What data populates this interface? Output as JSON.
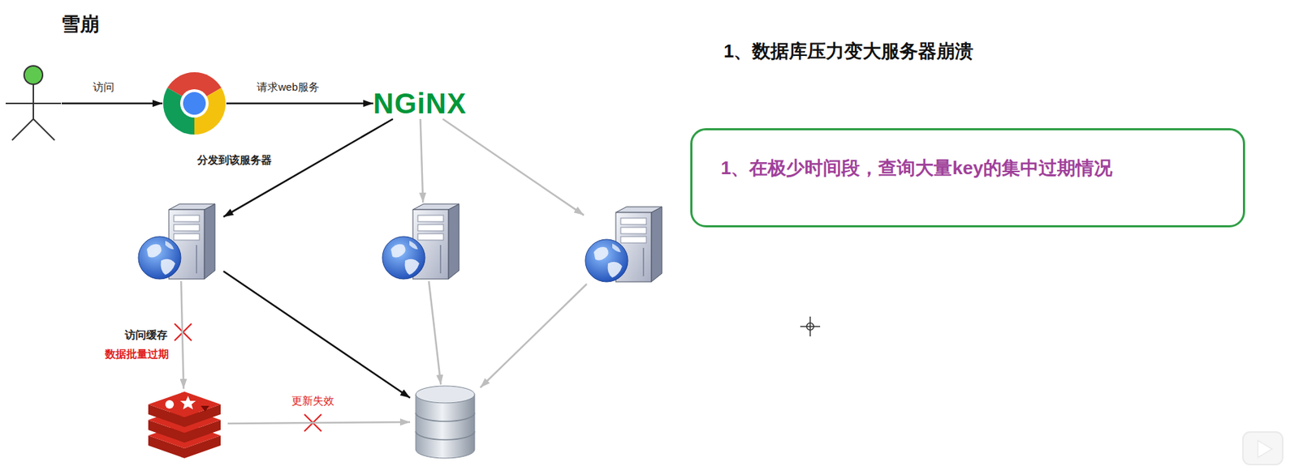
{
  "diagram": {
    "title": "雪崩",
    "nodes": [
      {
        "text": []
      },
      {
        "text": []
      },
      {
        "text": [
          "NGiNX"
        ]
      },
      {
        "text": []
      },
      {
        "text": []
      },
      {
        "text": []
      },
      {
        "text": []
      },
      {
        "text": []
      },
      {
        "text": [
          "1、在极少时间段，查询大量key的集中过期情况"
        ]
      }
    ],
    "edges": [
      {
        "from": 0,
        "to": 1,
        "arrow": "to",
        "label": "访问"
      },
      {
        "from": 1,
        "to": 2,
        "arrow": "to",
        "label": "请求web服务"
      },
      {
        "from": 2,
        "to": 3,
        "arrow": "to",
        "label": "分发到该服务器"
      },
      {
        "from": 2,
        "to": 4,
        "arrow": "to"
      },
      {
        "from": 2,
        "to": 5,
        "arrow": "to"
      },
      {
        "from": 3,
        "to": 6,
        "arrow": "to",
        "label": "访问缓存"
      },
      {
        "from": 3,
        "to": 7,
        "arrow": "to"
      },
      {
        "from": 4,
        "to": 7,
        "arrow": "to"
      },
      {
        "from": 5,
        "to": 7,
        "arrow": "to"
      },
      {
        "from": 6,
        "to": 7,
        "arrow": "to",
        "label": "更新失效"
      }
    ],
    "labels": [
      "数据批量过期",
      "1、数据库压力变大服务器崩溃"
    ]
  }
}
